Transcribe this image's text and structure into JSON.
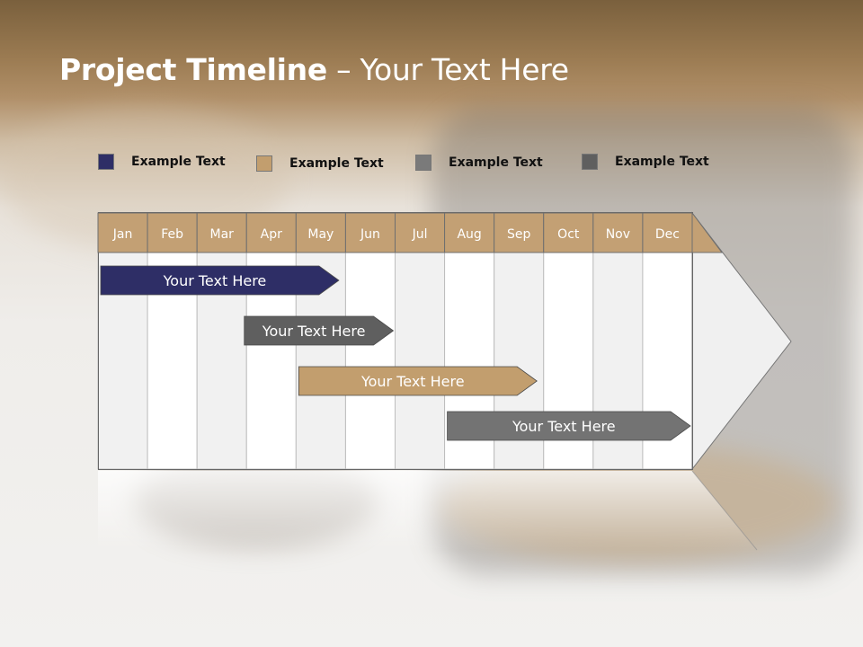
{
  "title": {
    "bold": "Project Timeline",
    "rest": " – Your Text Here"
  },
  "colors": {
    "navy": "#2e2e66",
    "dark_gray": "#5f5f5f",
    "tan": "#c29e6e",
    "mid_gray": "#737373",
    "header_tan": "#c3a074"
  },
  "legend": [
    {
      "label": "Example Text",
      "color": "#2e2e66"
    },
    {
      "label": "Example Text",
      "color": "#c29e6e"
    },
    {
      "label": "Example Text",
      "color": "#7a7a7a"
    },
    {
      "label": "Example Text",
      "color": "#5f5f5f"
    }
  ],
  "months": [
    "Jan",
    "Feb",
    "Mar",
    "Apr",
    "May",
    "Jun",
    "Jul",
    "Aug",
    "Sep",
    "Oct",
    "Nov",
    "Dec"
  ],
  "bars": [
    {
      "label": "Your  Text Here",
      "start_month": 1.0,
      "end_month": 4.9,
      "color": "#2e2e66"
    },
    {
      "label": "Your  Text Here",
      "start_month": 3.9,
      "end_month": 6.0,
      "color": "#5f5f5f"
    },
    {
      "label": "Your  Text Here",
      "start_month": 5.0,
      "end_month": 8.9,
      "color": "#c29e6e"
    },
    {
      "label": "Your  Text Here",
      "start_month": 8.0,
      "end_month": 12.0,
      "color": "#737373"
    }
  ]
}
